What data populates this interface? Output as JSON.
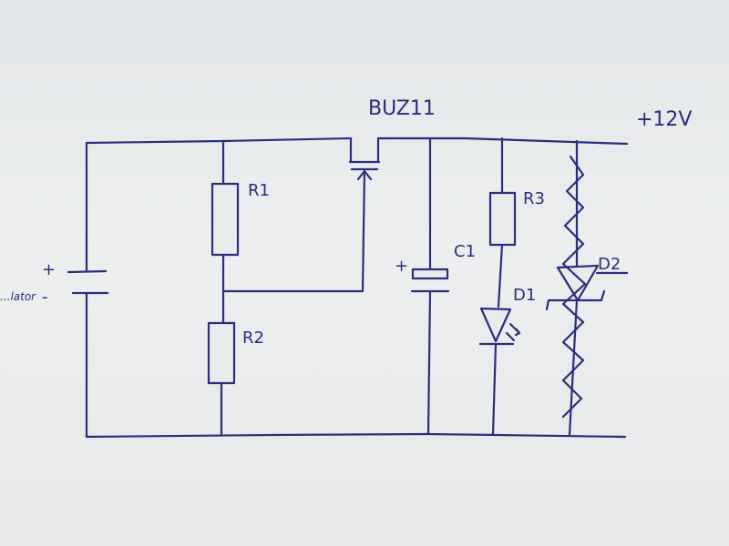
{
  "labels": {
    "mosfet": "BUZ11",
    "supply": "+12V",
    "r1": "R1",
    "r2": "R2",
    "r3": "R3",
    "c1": "C1",
    "d1": "D1",
    "d2": "D2",
    "source_partial": "...lator",
    "battery_plus": "+",
    "battery_minus": "-",
    "cap_plus": "+"
  },
  "colors": {
    "ink": "#2b2f7a",
    "paper": "#eceeef"
  }
}
